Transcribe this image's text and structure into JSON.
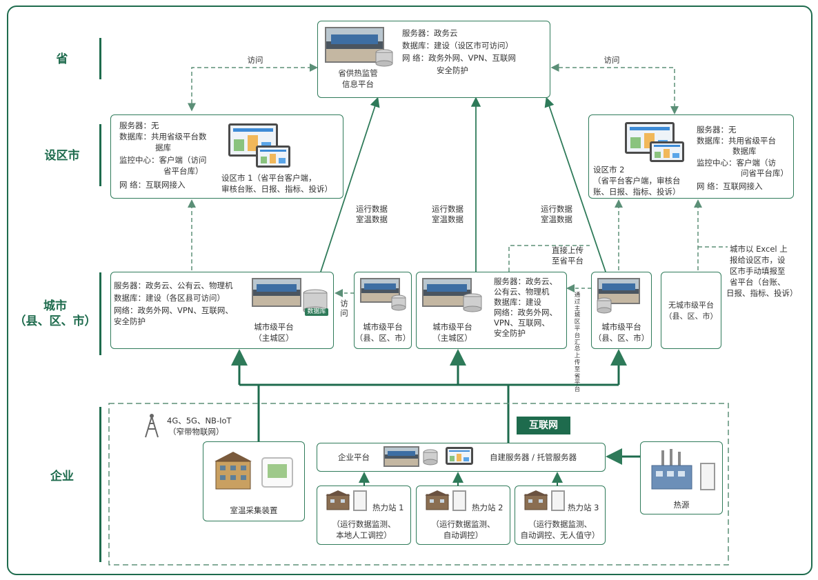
{
  "tiers": {
    "province": "省",
    "district_city": "设区市",
    "city_line1": "城市",
    "city_line2": "（县、区、市）",
    "enterprise": "企业"
  },
  "province_platform": {
    "name_line1": "省供热监管",
    "name_line2": "信息平台",
    "server": "服务器：政务云",
    "database": "数据库：建设（设区市可访问）",
    "network_line1": "网  络：政务外网、VPN、互联网",
    "network_line2": "安全防护"
  },
  "district_city_1": {
    "server": "服务器：无",
    "db_line1": "数据库：共用省级平台数",
    "db_line2": "据库",
    "monitor_line1": "监控中心：客户端（访问",
    "monitor_line2": "省平台库）",
    "network": "网  络：互联网接入",
    "label_line1": "设区市 1（省平台客户端，",
    "label_line2": "审核台账、日报、指标、投诉）"
  },
  "district_city_2": {
    "label_line1": "设区市 2",
    "label_line2": "（省平台客户端，审核台",
    "label_line3": "账、日报、指标、投诉）",
    "server": "服务器：无",
    "db_line1": "数据库：共用省级平台",
    "db_line2": "数据库",
    "monitor_line1": "监控中心：客户端（访",
    "monitor_line2": "问省平台库）",
    "network": "网  络：互联网接入"
  },
  "access_label": "访问",
  "data_labels": {
    "line1": "运行数据",
    "line2": "室温数据"
  },
  "city_main_1": {
    "server": "服务器：政务云、公有云、物理机",
    "database": "数据库：建设（各区县可访问）",
    "network_line1": "网络：政务外网、VPN、互联网、",
    "network_line2": "安全防护",
    "name_line1": "城市级平台",
    "name_line2": "（主城区）",
    "db_badge": "数据库"
  },
  "city_county_1": {
    "name_line1": "城市级平台",
    "name_line2": "（县、区、市）"
  },
  "city_main_2": {
    "name_line1": "城市级平台",
    "name_line2": "（主城区）",
    "server_line1": "服务器：政务云、",
    "server_line2": "公有云、物理机",
    "database_line1": "数据库：建设",
    "network_line1": "网络：政务外网、",
    "network_line2": "VPN、互联网、",
    "network_line3": "安全防护"
  },
  "city_county_2": {
    "name_line1": "城市级平台",
    "name_line2": "（县、区、市）"
  },
  "no_city_platform": {
    "line1": "无城市级平台",
    "line2": "（县、区、市）"
  },
  "direct_upload": {
    "line1": "直接上传",
    "line2": "至省平台"
  },
  "via_main_city": [
    "通",
    "过",
    "主",
    "城",
    "区",
    "平",
    "台",
    "汇",
    "总",
    "上",
    "传",
    "至",
    "省",
    "平",
    "台"
  ],
  "excel_note": {
    "line1": "城市以 Excel 上",
    "line2": "报给设区市，设",
    "line3": "区市手动填报至",
    "line4": "省平台（台账、",
    "line5": "日报、指标、投诉）"
  },
  "wireless": {
    "line1": "4G、5G、NB-IoT",
    "line2": "（窄带物联网）"
  },
  "internet_label": "互联网",
  "enterprise_platform": {
    "label": "企业平台",
    "servers": "自建服务器 / 托管服务器"
  },
  "room_temp_device": "室温采集装置",
  "heat_source": "热源",
  "stations": [
    {
      "name": "热力站 1",
      "desc_line1": "（运行数据监测、",
      "desc_line2": "本地人工调控）"
    },
    {
      "name": "热力站 2",
      "desc_line1": "（运行数据监测、",
      "desc_line2": "自动调控）"
    },
    {
      "name": "热力站 3",
      "desc_line1": "（运行数据监测、",
      "desc_line2": "自动调控、无人值守）"
    }
  ],
  "colors": {
    "accent": "#1e6b4d",
    "border": "#2e7a59"
  }
}
